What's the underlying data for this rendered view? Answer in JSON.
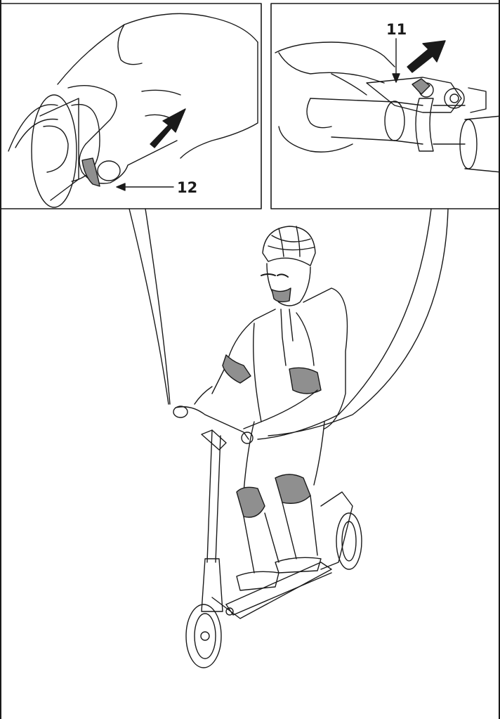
{
  "figure": {
    "callouts": [
      {
        "id": "brake-lever",
        "label": "12"
      },
      {
        "id": "bell-lever",
        "label": "11"
      }
    ],
    "colors": {
      "line": "#1a1a1a",
      "fill": "#ffffff",
      "pad_fill": "#8f8f8f"
    },
    "icons": [
      "hand-icon",
      "brake-lever-icon",
      "bell-icon",
      "arrow-icon",
      "rider-icon",
      "scooter-icon",
      "helmet-icon"
    ]
  }
}
